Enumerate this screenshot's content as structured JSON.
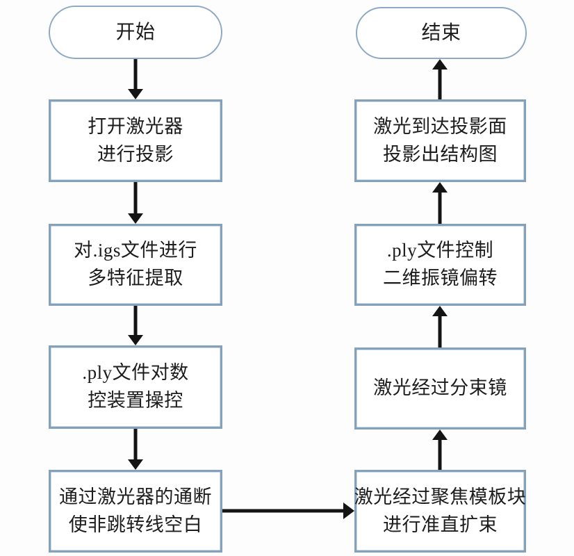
{
  "diagram": {
    "type": "flowchart",
    "colors": {
      "box_border": "#84a1bc",
      "terminator_border": "#8fa9c4",
      "arrow": "#141414",
      "text": "#1c1c1c",
      "background": "#fdfdfd"
    },
    "nodes": {
      "start": {
        "shape": "terminator",
        "label": "开始"
      },
      "open_laser": {
        "shape": "process",
        "label": "打开激光器\n进行投影"
      },
      "igs_extract": {
        "shape": "process",
        "label": "对.igs文件进行\n多特征提取"
      },
      "ply_cnc": {
        "shape": "process",
        "label": ".ply文件对数\n控装置操控"
      },
      "laser_onoff": {
        "shape": "process",
        "label": "通过激光器的通断\n使非跳转线空白"
      },
      "focus_collimate": {
        "shape": "process",
        "label": "激光经过聚焦模板块\n进行准直扩束"
      },
      "beam_splitter": {
        "shape": "process",
        "label": "激光经过分束镜"
      },
      "ply_galvo": {
        "shape": "process",
        "label": ".ply文件控制\n二维振镜偏转"
      },
      "projection_surface": {
        "shape": "process",
        "label": "激光到达投影面\n投影出结构图"
      },
      "end": {
        "shape": "terminator",
        "label": "结束"
      }
    },
    "edges": [
      {
        "from": "start",
        "to": "open_laser",
        "direction": "down"
      },
      {
        "from": "open_laser",
        "to": "igs_extract",
        "direction": "down"
      },
      {
        "from": "igs_extract",
        "to": "ply_cnc",
        "direction": "down"
      },
      {
        "from": "ply_cnc",
        "to": "laser_onoff",
        "direction": "down"
      },
      {
        "from": "laser_onoff",
        "to": "focus_collimate",
        "direction": "right"
      },
      {
        "from": "focus_collimate",
        "to": "beam_splitter",
        "direction": "up"
      },
      {
        "from": "beam_splitter",
        "to": "ply_galvo",
        "direction": "up"
      },
      {
        "from": "ply_galvo",
        "to": "projection_surface",
        "direction": "up"
      },
      {
        "from": "projection_surface",
        "to": "end",
        "direction": "up"
      }
    ]
  }
}
